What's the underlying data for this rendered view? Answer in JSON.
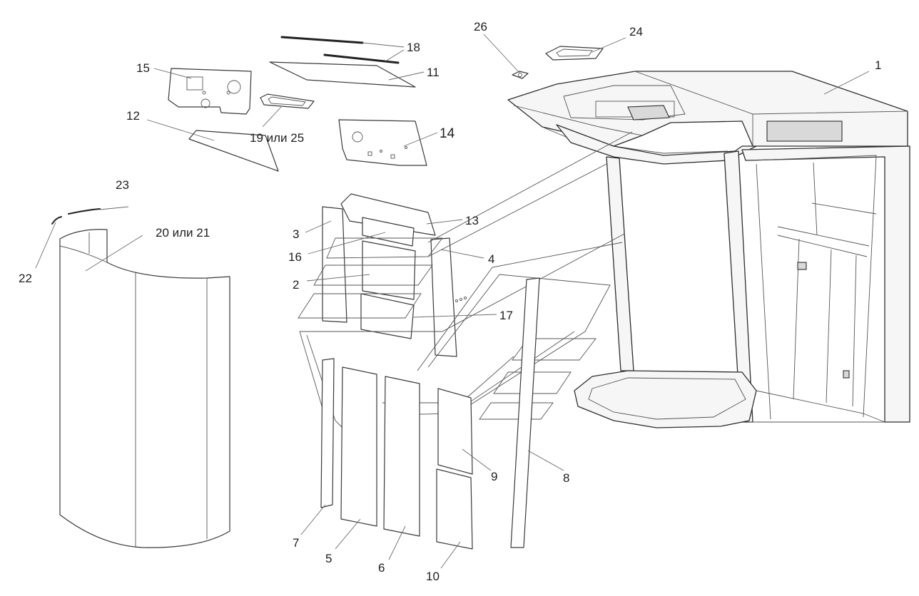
{
  "callouts": {
    "c1": "1",
    "c2": "2",
    "c3": "3",
    "c4": "4",
    "c5": "5",
    "c6": "6",
    "c7": "7",
    "c8": "8",
    "c9": "9",
    "c10": "10",
    "c11": "11",
    "c12": "12",
    "c13": "13",
    "c14": "14",
    "c15": "15",
    "c16": "16",
    "c17": "17",
    "c18": "18",
    "c19": "19 или 25",
    "c20": "20 или 21",
    "c22": "22",
    "c23": "23",
    "c24": "24",
    "c26": "26"
  }
}
